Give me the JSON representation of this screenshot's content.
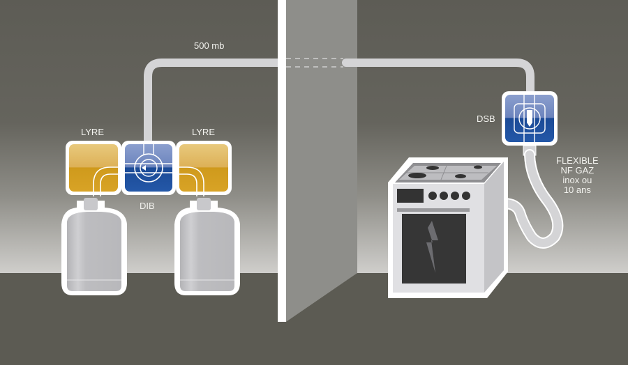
{
  "title": "Installation gaz butane/propane",
  "labels": {
    "pressure": "500 mb",
    "lyre_left": "LYRE",
    "lyre_right": "LYRE",
    "dib": "DIB",
    "dsb": "DSB",
    "flexible": [
      "FLEXIBLE",
      "NF GAZ",
      "inox ou",
      "10 ans"
    ]
  },
  "colors": {
    "wall_dark": "#5c5b53",
    "floor": "#5c5b53",
    "wall_light": "#c9c8c4",
    "partition": "#8e8e8a",
    "pipe": "#d4d4d6",
    "lyre_gold": "#d9a21f",
    "valve_blue": "#1f4f9a",
    "cylinder": "#bcbcbf",
    "oven_body": "#e3e3e5",
    "oven_dark": "#333333"
  },
  "icons": {
    "dib_symbol": "arrow-left-icon",
    "dsb_symbol": "arrow-down-icon",
    "oven_symbol": "lightning-icon"
  }
}
